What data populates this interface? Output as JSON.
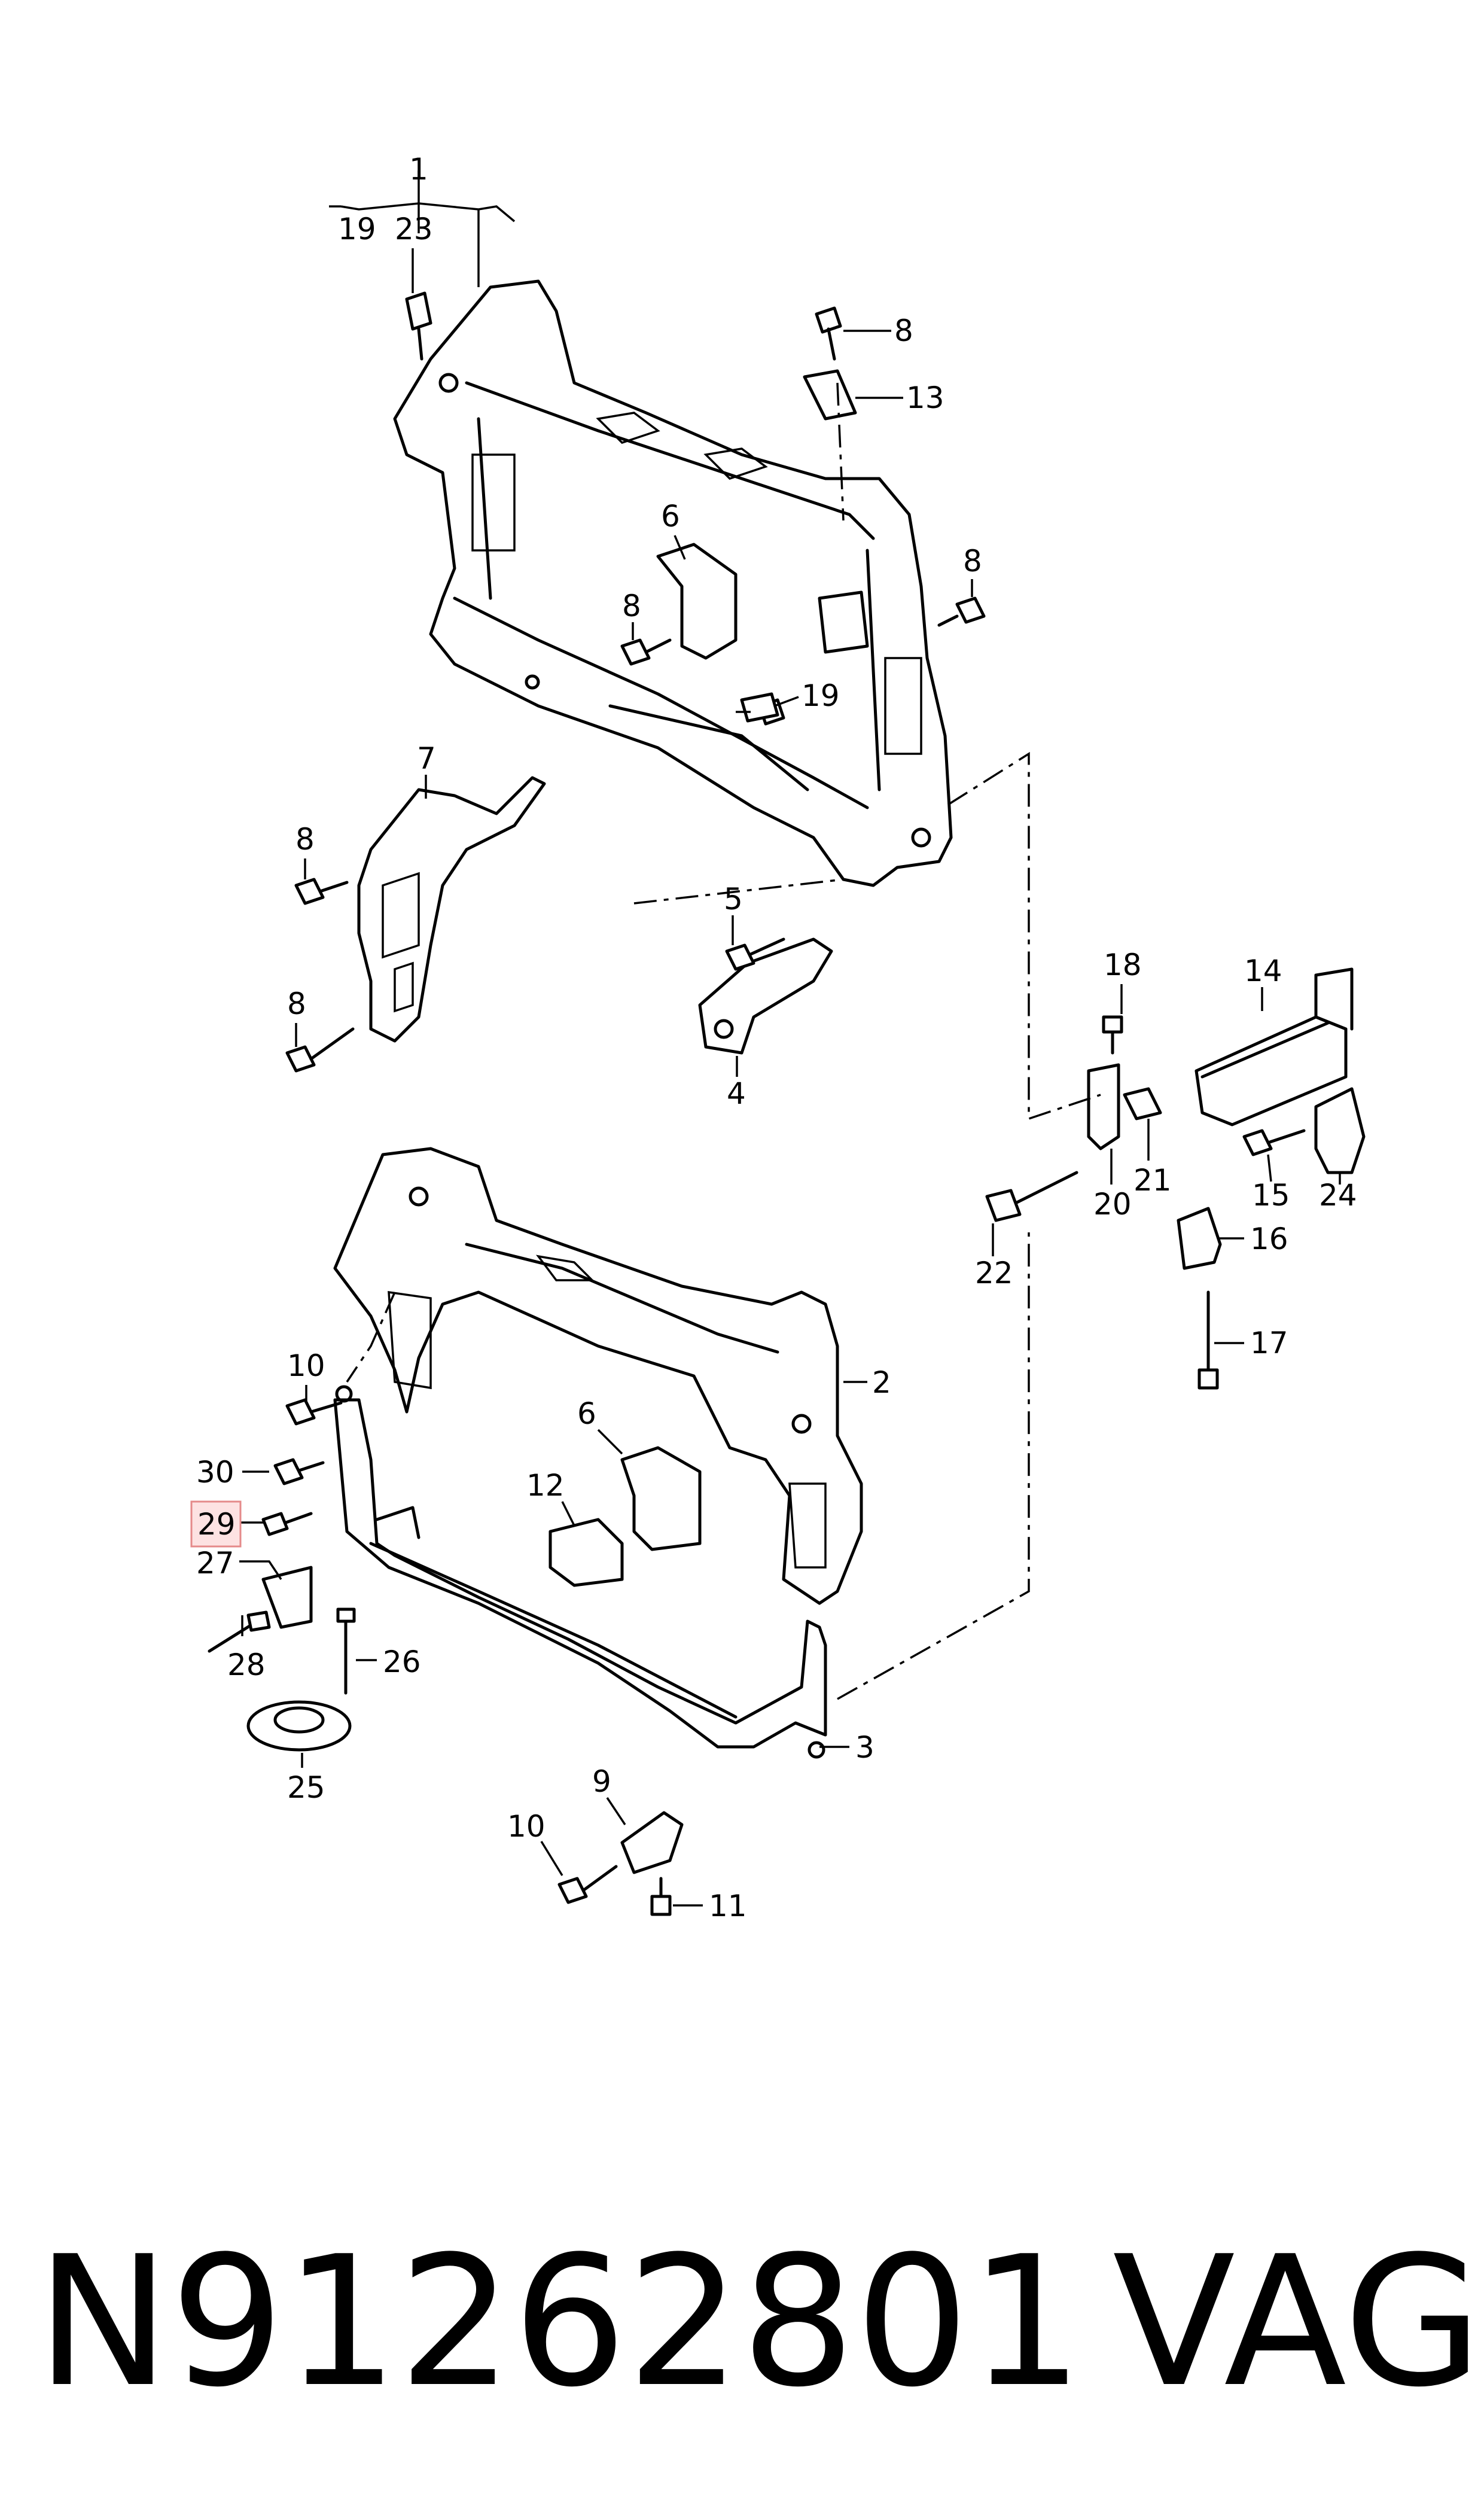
{
  "diagram": {
    "callouts": {
      "c1": "1",
      "c19a": "19",
      "c23": "23",
      "c8a": "8",
      "c13": "13",
      "c6a": "6",
      "c8b": "8",
      "c8c": "8",
      "c19b": "19",
      "c7": "7",
      "c8d": "8",
      "c8e": "8",
      "c5": "5",
      "c4": "4",
      "c18": "18",
      "c14": "14",
      "c20": "20",
      "c21": "21",
      "c15": "15",
      "c24": "24",
      "c22": "22",
      "c16": "16",
      "c17": "17",
      "c10a": "10",
      "c2": "2",
      "c6b": "6",
      "c30": "30",
      "c12": "12",
      "c29": "29",
      "c27": "27",
      "c28": "28",
      "c26": "26",
      "c25": "25",
      "c3": "3",
      "c9": "9",
      "c10b": "10",
      "c11": "11"
    },
    "highlighted_callout": "29",
    "highlight_color": "#fde2e2"
  },
  "footer": {
    "part_number": "N91262801",
    "brand": "VAG"
  }
}
